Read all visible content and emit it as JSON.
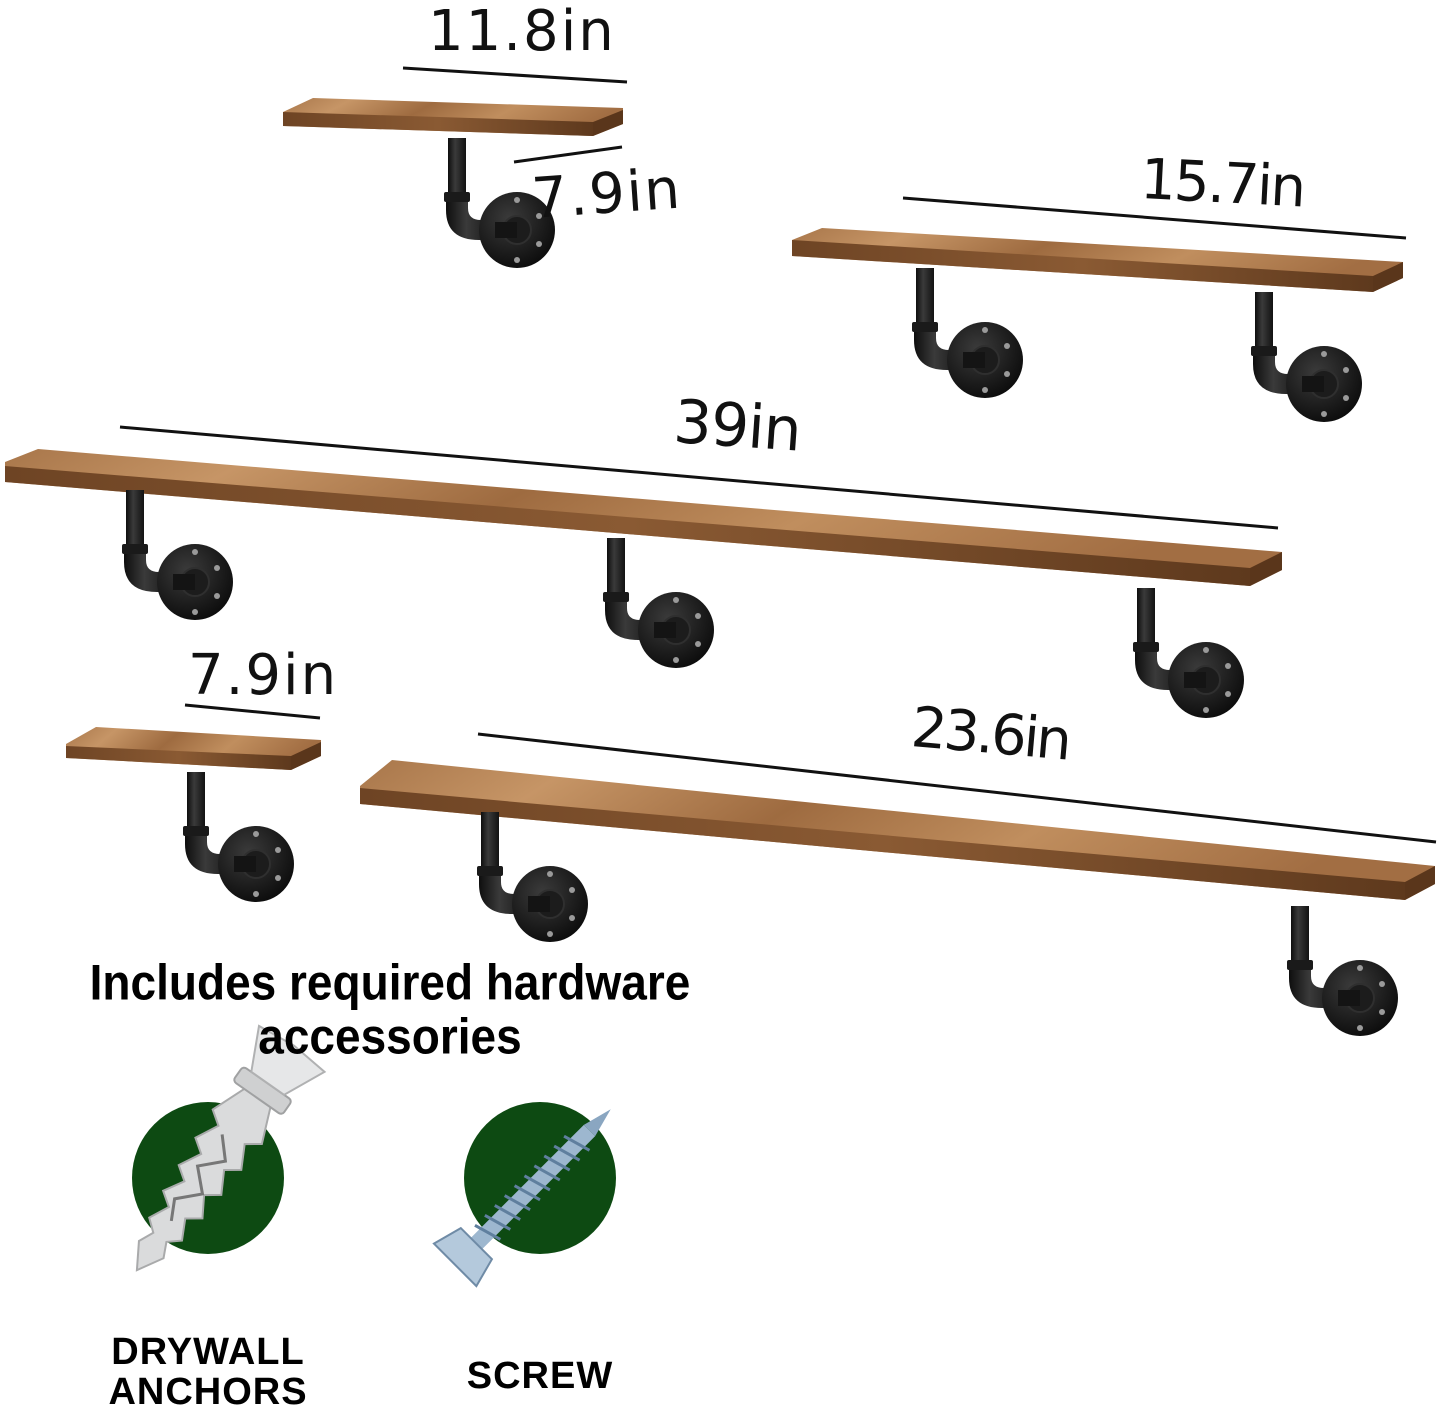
{
  "dimensions": {
    "shelf_11_8": "11.8in",
    "depth_7_9": "7.9in",
    "shelf_15_7": "15.7in",
    "shelf_39": "39in",
    "shelf_7_9": "7.9in",
    "shelf_23_6": "23.6in"
  },
  "hardware": {
    "heading_line1": "Includes required hardware",
    "heading_line2": "accessories",
    "anchors_line1": "DRYWALL",
    "anchors_line2": "ANCHORS",
    "screw": "SCREW"
  },
  "colors": {
    "wood_light": "#b98a5a",
    "wood_dark": "#7a4e2c",
    "pipe": "#1e1e1e",
    "accent_circle": "#0d4a12",
    "anchor": "#d9dadb",
    "screw": "#9db7cf"
  },
  "icons": [
    "shelf-bracket-icon",
    "drywall-anchor-icon",
    "screw-icon"
  ]
}
